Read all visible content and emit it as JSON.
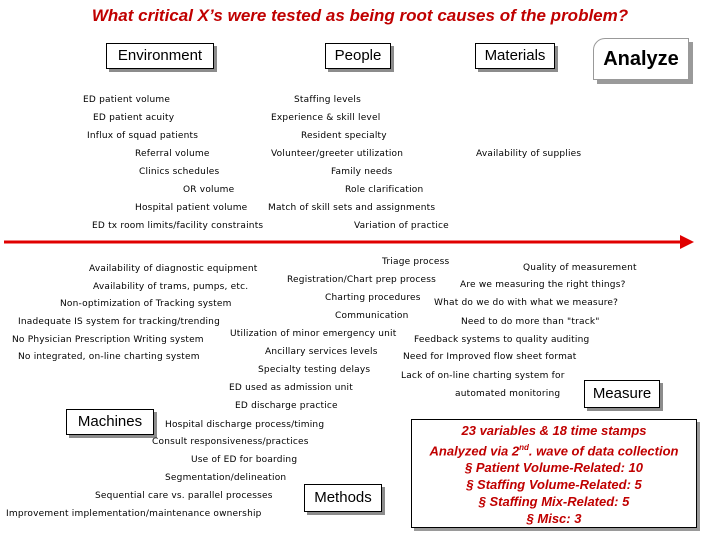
{
  "title": "What critical X’s were tested as being root causes of the problem?",
  "stamp": "Analyze",
  "categories": {
    "environment": "Environment",
    "people": "People",
    "materials": "Materials",
    "machines": "Machines",
    "methods": "Methods",
    "measure": "Measure"
  },
  "environment_causes": [
    "ED patient volume",
    "ED patient acuity",
    "Influx of squad patients",
    "Referral volume",
    "Clinics schedules",
    "OR volume",
    "Hospital patient volume",
    "ED tx room limits/facility constraints"
  ],
  "people_causes": [
    "Staffing levels",
    "Experience & skill level",
    "Resident specialty",
    "Volunteer/greeter utilization",
    "Family needs",
    "Role clarification",
    "Match of skill sets and assignments",
    "Variation of practice"
  ],
  "materials_causes": [
    "Availability of supplies"
  ],
  "machines_causes": [
    "Availability of diagnostic equipment",
    "Availability of trams, pumps, etc.",
    "Non-optimization of Tracking system",
    "Inadequate IS system for tracking/trending",
    "No Physician Prescription Writing system",
    "No integrated, on-line charting system"
  ],
  "methods_causes": [
    "Triage process",
    "Registration/Chart prep process",
    "Charting procedures",
    "Communication",
    "Utilization of minor emergency unit",
    "Ancillary services levels",
    "Specialty testing delays",
    "ED used as admission unit",
    "ED discharge practice",
    "Hospital discharge process/timing",
    "Consult responsiveness/practices",
    "Use of ED for boarding",
    "Segmentation/delineation",
    "Sequential care vs. parallel processes",
    "Improvement implementation/maintenance ownership"
  ],
  "measure_causes": [
    "Quality of measurement",
    "Are we measuring the right things?",
    "What do we do with what we measure?",
    "Need to do more than \"track\"",
    "Feedback systems to quality auditing",
    "Need for Improved flow sheet format",
    "Lack of on-line charting system for",
    "automated monitoring"
  ],
  "summary": {
    "line1": "23 variables & 18 time stamps",
    "line2_pre": "Analyzed via 2",
    "line2_sup": "nd",
    "line2_post": ". wave of data collection",
    "bullets": [
      "§ Patient Volume-Related: 10",
      "§ Staffing Volume-Related: 5",
      "§ Staffing Mix-Related: 5",
      "§ Misc: 3"
    ]
  },
  "colors": {
    "title": "#c00000",
    "spine": "#e00000",
    "summary_text": "#c00000"
  }
}
